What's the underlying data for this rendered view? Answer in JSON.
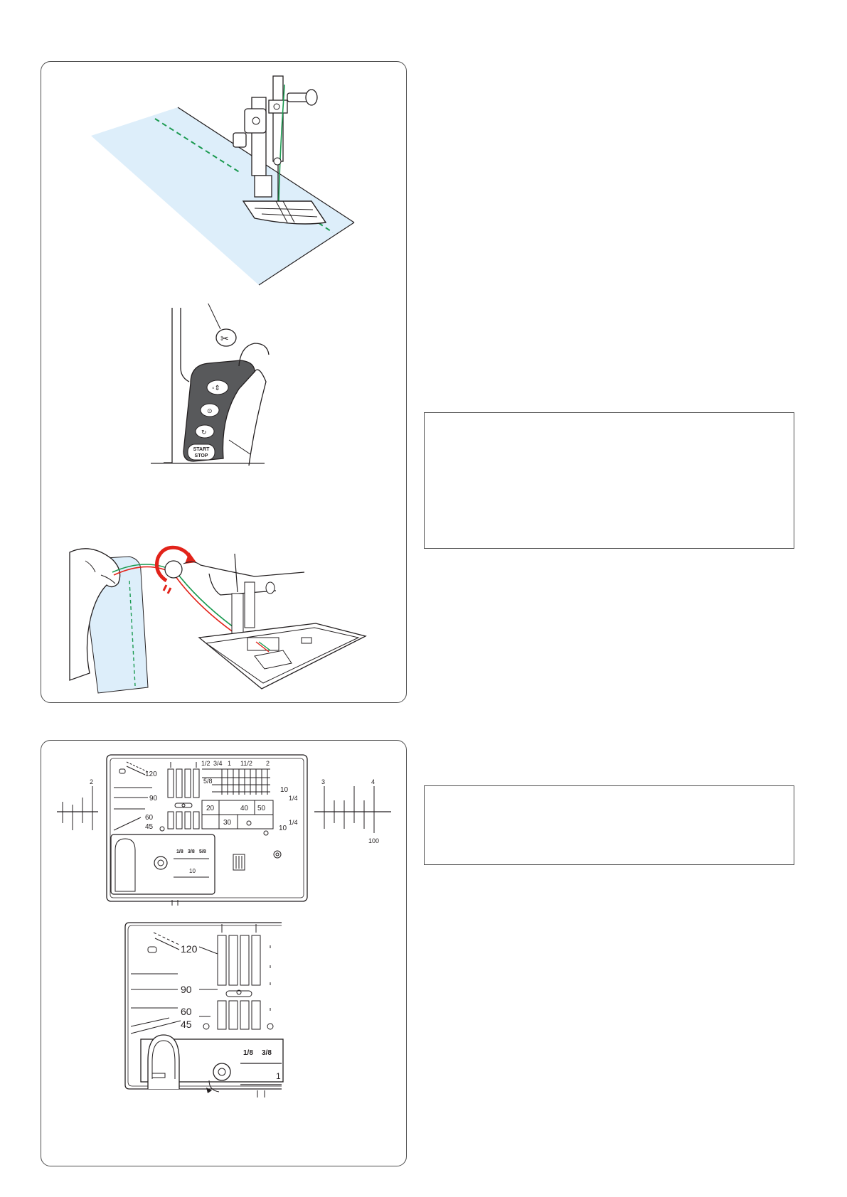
{
  "panels": {
    "control_panel": {
      "start_stop_label_line1": "START",
      "start_stop_label_line2": "STOP"
    },
    "plate_full": {
      "top_fractions": [
        "1/2",
        "3/4",
        "1",
        "11/2",
        "2"
      ],
      "fraction_5_8": "5/8",
      "angle_labels": [
        "120",
        "90",
        "60",
        "45"
      ],
      "center_scale": [
        "20",
        "30",
        "40",
        "50"
      ],
      "right_labels": [
        "10",
        "1/4",
        "1/4",
        "10"
      ],
      "cover_fractions": [
        "1/8",
        "3/8",
        "5/8"
      ],
      "cover_mm": "10",
      "ruler_left_label": "2",
      "ruler_right_labels": [
        "3",
        "4"
      ],
      "ruler_right_bottom": "100"
    },
    "plate_zoom": {
      "angle_labels": [
        "120",
        "90",
        "60",
        "45"
      ],
      "cover_fractions": [
        "1/8",
        "3/8"
      ],
      "cover_mm_partial": "1"
    }
  },
  "colors": {
    "fabric": "#ddeefa",
    "thread_green": "#1a9a50",
    "thread_red": "#e2231a",
    "panel_dark": "#58595b",
    "outline": "#231f20"
  }
}
